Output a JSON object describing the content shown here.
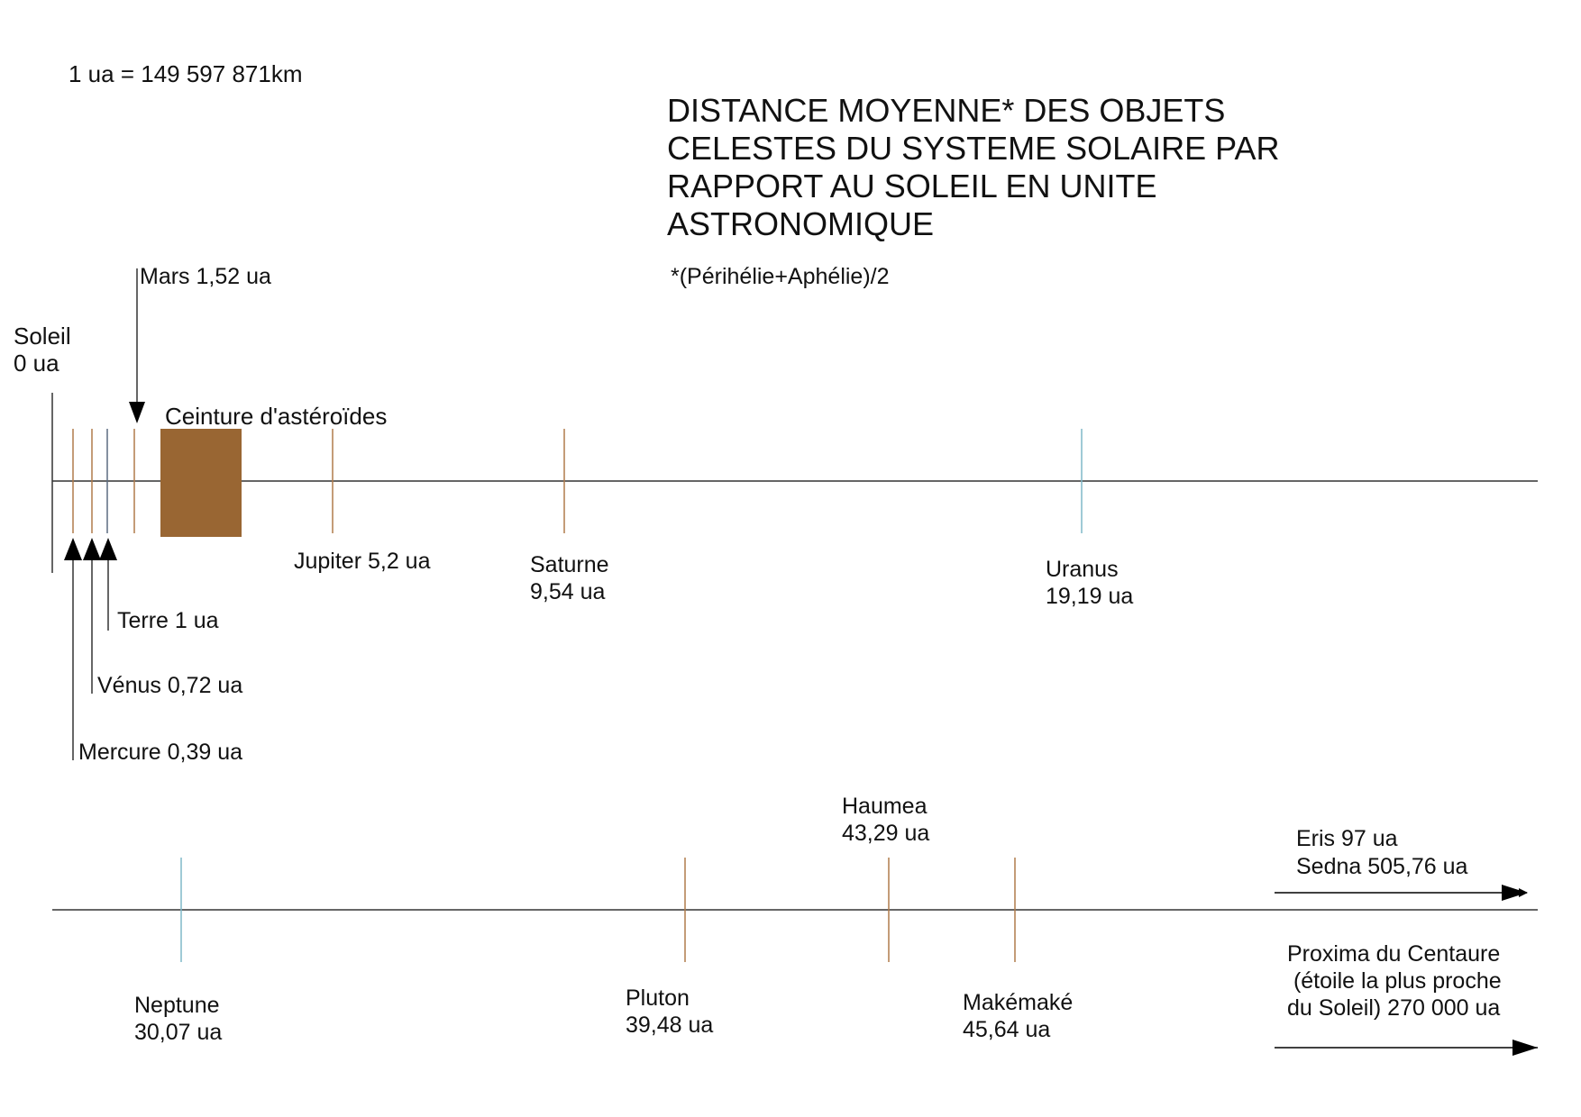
{
  "unit_note": "1 ua = 149 597 871km",
  "title": "DISTANCE MOYENNE* DES OBJETS CELESTES DU SYSTEME SOLAIRE PAR RAPPORT AU SOLEIL EN UNITE ASTRONOMIQUE",
  "footnote": "*(Périhélie+Aphélie)/2",
  "colors": {
    "axis": "#333333",
    "asteroid_belt": "#996633",
    "tick_brown": "#b07a4a",
    "tick_cyan": "#7fb8c8",
    "tick_earth": "#5a6a80"
  },
  "objects": {
    "soleil": {
      "name": "Soleil",
      "dist": "0 ua"
    },
    "mercure": {
      "label": "Mercure 0,39 ua"
    },
    "venus": {
      "label": "Vénus 0,72 ua"
    },
    "terre": {
      "label": "Terre 1 ua"
    },
    "mars": {
      "label": "Mars 1,52 ua"
    },
    "ceinture": {
      "label": "Ceinture d'astéroïdes"
    },
    "jupiter": {
      "label": "Jupiter 5,2 ua"
    },
    "saturne": {
      "name": "Saturne",
      "dist": "9,54 ua"
    },
    "uranus": {
      "name": "Uranus",
      "dist": "19,19 ua"
    },
    "neptune": {
      "name": "Neptune",
      "dist": "30,07 ua"
    },
    "pluton": {
      "name": "Pluton",
      "dist": "39,48 ua"
    },
    "haumea": {
      "name": "Haumea",
      "dist": "43,29 ua"
    },
    "makemake": {
      "name": "Makémaké",
      "dist": "45,64 ua"
    },
    "eris": {
      "label": "Eris 97 ua"
    },
    "sedna": {
      "label": "Sedna 505,76 ua"
    },
    "proxima": {
      "line1": "Proxima du Centaure",
      "line2": " (étoile la plus proche",
      "line3": "du Soleil) 270 000 ua"
    }
  }
}
